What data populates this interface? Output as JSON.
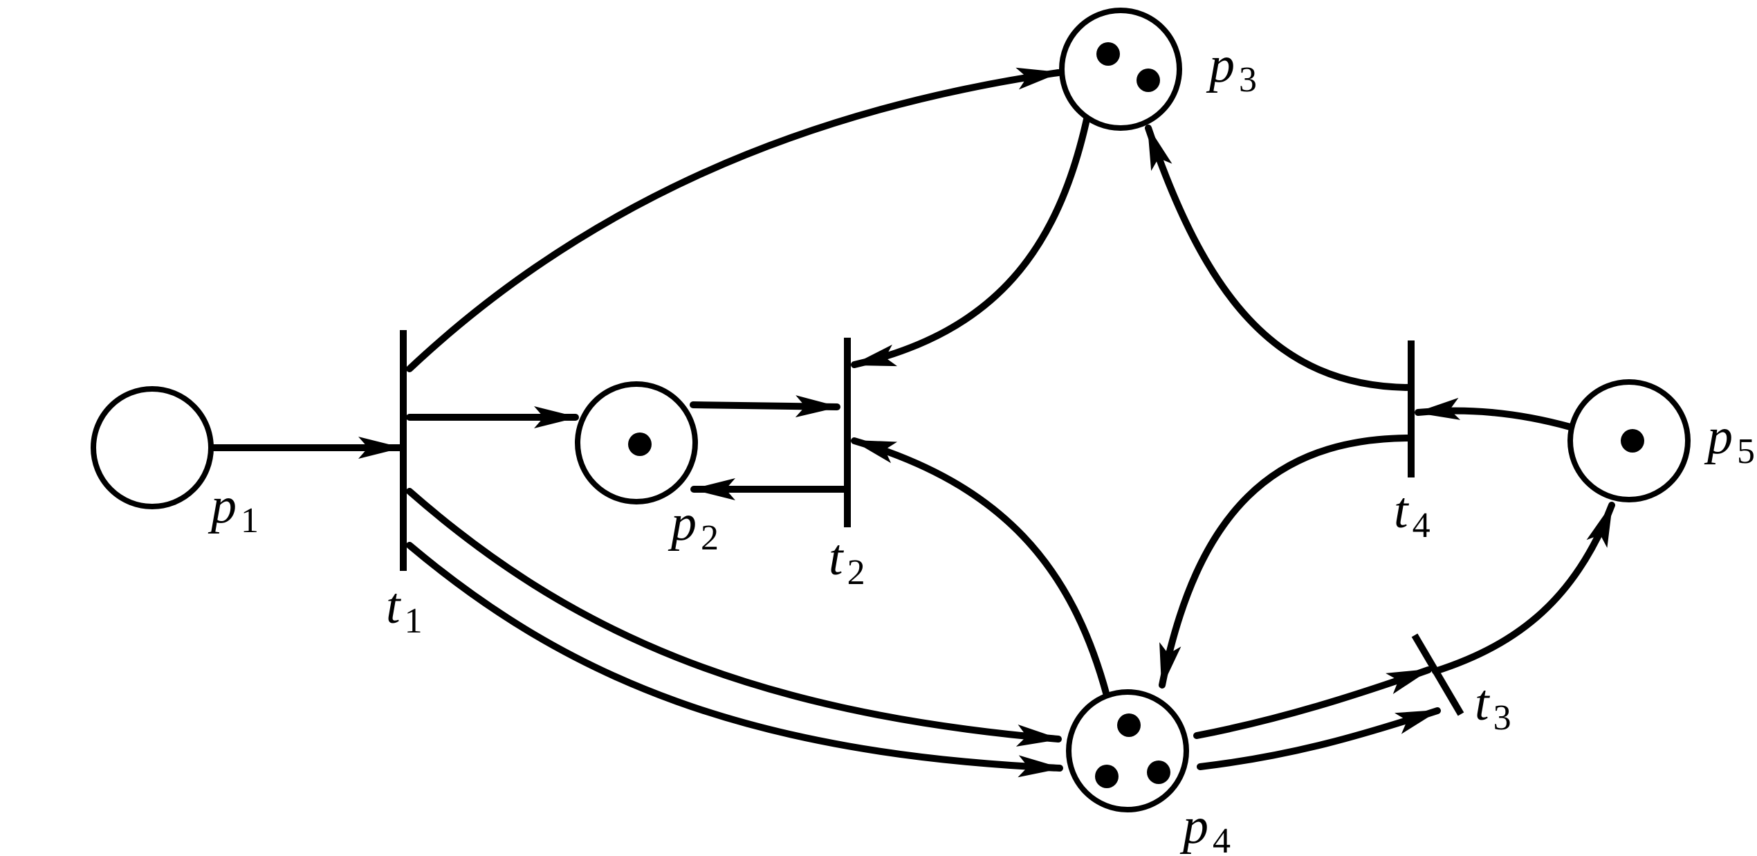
{
  "diagram": {
    "type": "petri-net",
    "places": [
      {
        "id": "p1",
        "letter": "p",
        "sub": "1",
        "tokens": 0
      },
      {
        "id": "p2",
        "letter": "p",
        "sub": "2",
        "tokens": 1
      },
      {
        "id": "p3",
        "letter": "p",
        "sub": "3",
        "tokens": 2
      },
      {
        "id": "p4",
        "letter": "p",
        "sub": "4",
        "tokens": 3
      },
      {
        "id": "p5",
        "letter": "p",
        "sub": "5",
        "tokens": 1
      }
    ],
    "transitions": [
      {
        "id": "t1",
        "letter": "t",
        "sub": "1"
      },
      {
        "id": "t2",
        "letter": "t",
        "sub": "2"
      },
      {
        "id": "t3",
        "letter": "t",
        "sub": "3"
      },
      {
        "id": "t4",
        "letter": "t",
        "sub": "4"
      }
    ],
    "arcs": [
      {
        "from": "p1",
        "to": "t1",
        "weight": 1
      },
      {
        "from": "t1",
        "to": "p2",
        "weight": 1
      },
      {
        "from": "t1",
        "to": "p3",
        "weight": 1
      },
      {
        "from": "t1",
        "to": "p4",
        "weight": 2
      },
      {
        "from": "p2",
        "to": "t2",
        "weight": 1
      },
      {
        "from": "t2",
        "to": "p2",
        "weight": 1
      },
      {
        "from": "p3",
        "to": "t2",
        "weight": 1
      },
      {
        "from": "p4",
        "to": "t2",
        "weight": 1
      },
      {
        "from": "p4",
        "to": "t3",
        "weight": 2
      },
      {
        "from": "t3",
        "to": "p5",
        "weight": 1
      },
      {
        "from": "p5",
        "to": "t4",
        "weight": 1
      },
      {
        "from": "t4",
        "to": "p3",
        "weight": 1
      },
      {
        "from": "t4",
        "to": "p4",
        "weight": 1
      }
    ]
  }
}
